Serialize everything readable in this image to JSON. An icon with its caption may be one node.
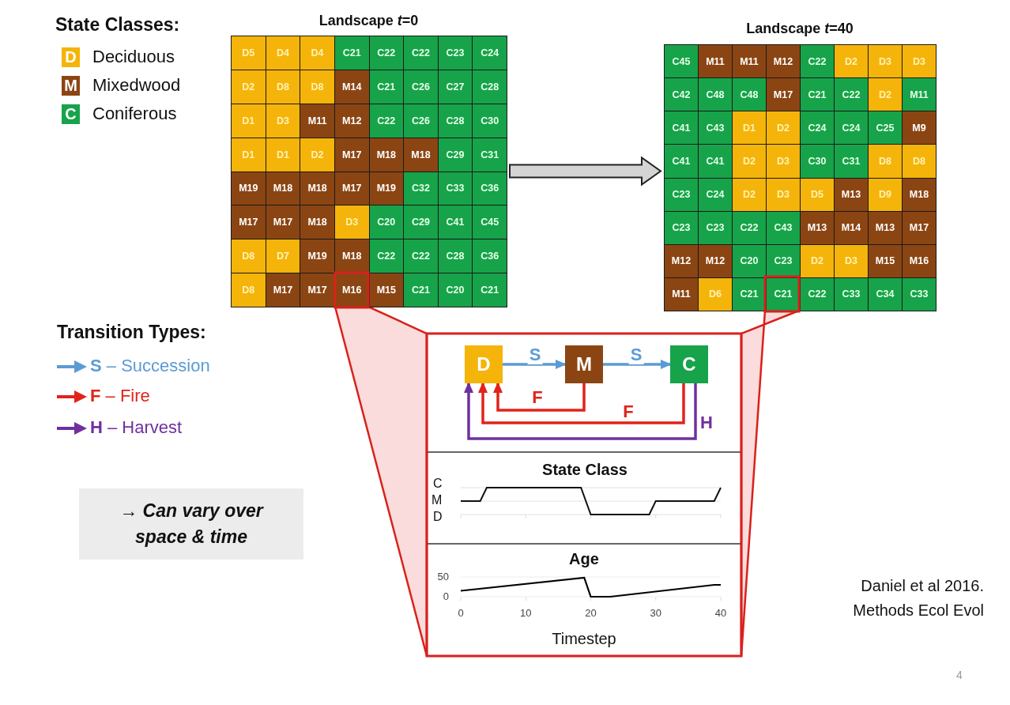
{
  "diagram": {
    "nodes": [
      {
        "text": [
          "Landscape *t*=0"
        ]
      },
      {
        "text": [
          "D5"
        ],
        "in": 0
      },
      {
        "text": [
          "D4"
        ],
        "in": 0
      },
      {
        "text": [
          "D4"
        ],
        "in": 0
      },
      {
        "text": [
          "C21"
        ],
        "in": 0
      },
      {
        "text": [
          "C22"
        ],
        "in": 0
      },
      {
        "text": [
          "C22"
        ],
        "in": 0
      },
      {
        "text": [
          "C23"
        ],
        "in": 0
      },
      {
        "text": [
          "C24"
        ],
        "in": 0
      },
      {
        "text": [
          "D2"
        ],
        "in": 0
      },
      {
        "text": [
          "D8"
        ],
        "in": 0
      },
      {
        "text": [
          "D8"
        ],
        "in": 0
      },
      {
        "text": [
          "M14"
        ],
        "in": 0
      },
      {
        "text": [
          "C21"
        ],
        "in": 0
      },
      {
        "text": [
          "C26"
        ],
        "in": 0
      },
      {
        "text": [
          "C27"
        ],
        "in": 0
      },
      {
        "text": [
          "C28"
        ],
        "in": 0
      },
      {
        "text": [
          "D1"
        ],
        "in": 0
      },
      {
        "text": [
          "D3"
        ],
        "in": 0
      },
      {
        "text": [
          "M11"
        ],
        "in": 0
      },
      {
        "text": [
          "M12"
        ],
        "in": 0
      },
      {
        "text": [
          "C22"
        ],
        "in": 0
      },
      {
        "text": [
          "C26"
        ],
        "in": 0
      },
      {
        "text": [
          "C28"
        ],
        "in": 0
      },
      {
        "text": [
          "C30"
        ],
        "in": 0
      },
      {
        "text": [
          "D1"
        ],
        "in": 0
      },
      {
        "text": [
          "D1"
        ],
        "in": 0
      },
      {
        "text": [
          "D2"
        ],
        "in": 0
      },
      {
        "text": [
          "M17"
        ],
        "in": 0
      },
      {
        "text": [
          "M18"
        ],
        "in": 0
      },
      {
        "text": [
          "M18"
        ],
        "in": 0
      },
      {
        "text": [
          "C29"
        ],
        "in": 0
      },
      {
        "text": [
          "C31"
        ],
        "in": 0
      },
      {
        "text": [
          "M19"
        ],
        "in": 0
      },
      {
        "text": [
          "M18"
        ],
        "in": 0
      },
      {
        "text": [
          "M18"
        ],
        "in": 0
      },
      {
        "text": [
          "M17"
        ],
        "in": 0
      },
      {
        "text": [
          "M19"
        ],
        "in": 0
      },
      {
        "text": [
          "C32"
        ],
        "in": 0
      },
      {
        "text": [
          "C33"
        ],
        "in": 0
      },
      {
        "text": [
          "C36"
        ],
        "in": 0
      },
      {
        "text": [
          "M17"
        ],
        "in": 0
      },
      {
        "text": [
          "M17"
        ],
        "in": 0
      },
      {
        "text": [
          "M18"
        ],
        "in": 0
      },
      {
        "text": [
          "D3"
        ],
        "in": 0
      },
      {
        "text": [
          "C20"
        ],
        "in": 0
      },
      {
        "text": [
          "C29"
        ],
        "in": 0
      },
      {
        "text": [
          "C41"
        ],
        "in": 0
      },
      {
        "text": [
          "C45"
        ],
        "in": 0
      },
      {
        "text": [
          "D8"
        ],
        "in": 0
      },
      {
        "text": [
          "D7"
        ],
        "in": 0
      },
      {
        "text": [
          "M19"
        ],
        "in": 0
      },
      {
        "text": [
          "M18"
        ],
        "in": 0
      },
      {
        "text": [
          "C22"
        ],
        "in": 0
      },
      {
        "text": [
          "C22"
        ],
        "in": 0
      },
      {
        "text": [
          "C28"
        ],
        "in": 0
      },
      {
        "text": [
          "C36"
        ],
        "in": 0
      },
      {
        "text": [
          "D8"
        ],
        "in": 0
      },
      {
        "text": [
          "M17"
        ],
        "in": 0
      },
      {
        "text": [
          "M17"
        ],
        "in": 0
      },
      {
        "text": [
          "M16"
        ],
        "in": 0
      },
      {
        "text": [
          "M15"
        ],
        "in": 0
      },
      {
        "text": [
          "C21"
        ],
        "in": 0
      },
      {
        "text": [
          "C20"
        ],
        "in": 0
      },
      {
        "text": [
          "C21"
        ],
        "in": 0
      },
      {
        "text": [
          "Landscape *t*=40"
        ]
      },
      {
        "text": [
          "C45"
        ],
        "in": 65
      },
      {
        "text": [
          "M11"
        ],
        "in": 65
      },
      {
        "text": [
          "M11"
        ],
        "in": 65
      },
      {
        "text": [
          "M12"
        ],
        "in": 65
      },
      {
        "text": [
          "C22"
        ],
        "in": 65
      },
      {
        "text": [
          "D2"
        ],
        "in": 65
      },
      {
        "text": [
          "D3"
        ],
        "in": 65
      },
      {
        "text": [
          "D3"
        ],
        "in": 65
      },
      {
        "text": [
          "C42"
        ],
        "in": 65
      },
      {
        "text": [
          "C48"
        ],
        "in": 65
      },
      {
        "text": [
          "C48"
        ],
        "in": 65
      },
      {
        "text": [
          "M17"
        ],
        "in": 65
      },
      {
        "text": [
          "C21"
        ],
        "in": 65
      },
      {
        "text": [
          "C22"
        ],
        "in": 65
      },
      {
        "text": [
          "D2"
        ],
        "in": 65
      },
      {
        "text": [
          "M11"
        ],
        "in": 65
      },
      {
        "text": [
          "C41"
        ],
        "in": 65
      },
      {
        "text": [
          "C43"
        ],
        "in": 65
      },
      {
        "text": [
          "D1"
        ],
        "in": 65
      },
      {
        "text": [
          "D2"
        ],
        "in": 65
      },
      {
        "text": [
          "C24"
        ],
        "in": 65
      },
      {
        "text": [
          "C24"
        ],
        "in": 65
      },
      {
        "text": [
          "C25"
        ],
        "in": 65
      },
      {
        "text": [
          "M9"
        ],
        "in": 65
      },
      {
        "text": [
          "C41"
        ],
        "in": 65
      },
      {
        "text": [
          "C41"
        ],
        "in": 65
      },
      {
        "text": [
          "D2"
        ],
        "in": 65
      },
      {
        "text": [
          "D3"
        ],
        "in": 65
      },
      {
        "text": [
          "C30"
        ],
        "in": 65
      },
      {
        "text": [
          "C31"
        ],
        "in": 65
      },
      {
        "text": [
          "D8"
        ],
        "in": 65
      },
      {
        "text": [
          "D8"
        ],
        "in": 65
      },
      {
        "text": [
          "C23"
        ],
        "in": 65
      },
      {
        "text": [
          "C24"
        ],
        "in": 65
      },
      {
        "text": [
          "D2"
        ],
        "in": 65
      },
      {
        "text": [
          "D3"
        ],
        "in": 65
      },
      {
        "text": [
          "D5"
        ],
        "in": 65
      },
      {
        "text": [
          "M13"
        ],
        "in": 65
      },
      {
        "text": [
          "D9"
        ],
        "in": 65
      },
      {
        "text": [
          "M18"
        ],
        "in": 65
      },
      {
        "text": [
          "C23"
        ],
        "in": 65
      },
      {
        "text": [
          "C23"
        ],
        "in": 65
      },
      {
        "text": [
          "C22"
        ],
        "in": 65
      },
      {
        "text": [
          "C43"
        ],
        "in": 65
      },
      {
        "text": [
          "M13"
        ],
        "in": 65
      },
      {
        "text": [
          "M14"
        ],
        "in": 65
      },
      {
        "text": [
          "M13"
        ],
        "in": 65
      },
      {
        "text": [
          "M17"
        ],
        "in": 65
      },
      {
        "text": [
          "M12"
        ],
        "in": 65
      },
      {
        "text": [
          "M12"
        ],
        "in": 65
      },
      {
        "text": [
          "C20"
        ],
        "in": 65
      },
      {
        "text": [
          "C23"
        ],
        "in": 65
      },
      {
        "text": [
          "D2"
        ],
        "in": 65
      },
      {
        "text": [
          "D3"
        ],
        "in": 65
      },
      {
        "text": [
          "M15"
        ],
        "in": 65
      },
      {
        "text": [
          "M16"
        ],
        "in": 65
      },
      {
        "text": [
          "M11"
        ],
        "in": 65
      },
      {
        "text": [
          "D6"
        ],
        "in": 65
      },
      {
        "text": [
          "C21"
        ],
        "in": 65
      },
      {
        "text": [
          "C21"
        ],
        "in": 65
      },
      {
        "text": [
          "C22"
        ],
        "in": 65
      },
      {
        "text": [
          "C33"
        ],
        "in": 65
      },
      {
        "text": [
          "C34"
        ],
        "in": 65
      },
      {
        "text": [
          "C33"
        ],
        "in": 65
      },
      {
        "text": [
          "D"
        ]
      },
      {
        "text": [
          "M"
        ]
      },
      {
        "text": [
          "C"
        ]
      }
    ],
    "edges": [
      {
        "from": 0,
        "to": 65,
        "arrow": "to",
        "style": "thick",
        "color": "#d4d4d4"
      },
      {
        "from": 130,
        "to": 131,
        "arrow": "to",
        "label": "S",
        "color": "#5b9bd5"
      },
      {
        "from": 131,
        "to": 132,
        "arrow": "to",
        "label": "S",
        "color": "#5b9bd5"
      },
      {
        "from": 131,
        "to": 130,
        "arrow": "to",
        "label": "F",
        "color": "#e2231a"
      },
      {
        "from": 132,
        "to": 130,
        "arrow": "to",
        "label": "F",
        "color": "#e2231a"
      },
      {
        "from": 132,
        "to": 130,
        "arrow": "to",
        "label": "H",
        "color": "#7030a0"
      }
    ],
    "labels": [
      "State Classes:",
      "D",
      "M",
      "C",
      "Transition Types:",
      "→ Can vary over space & time",
      "State Class",
      "C",
      "M",
      "D",
      "Daniel et al 2016. Methods Ecol Evol",
      "4"
    ],
    "legend": [
      {
        "text": "Deciduous",
        "color": "#f5b40a"
      },
      {
        "text": "Mixedwood",
        "color": "#8b4513"
      },
      {
        "text": "Coniferous",
        "color": "#17a34a"
      },
      {
        "text": "**S** – Succession"
      },
      {
        "text": "**F** – Fire"
      },
      {
        "text": "**H** – Harvest"
      }
    ],
    "chart_data": {
      "type": "line",
      "title": "Age",
      "xlabel": "Timestep",
      "x": [
        0,
        19,
        20,
        23,
        39,
        40
      ],
      "series": [
        {
          "color": "#000000",
          "values": [
            15,
            48,
            0,
            0,
            30,
            30
          ]
        }
      ],
      "xlim": [
        0,
        40
      ],
      "ylim": [
        0,
        50
      ],
      "xticks": [
        0,
        10,
        20,
        30,
        40
      ],
      "yticks": [
        0,
        50
      ]
    }
  }
}
